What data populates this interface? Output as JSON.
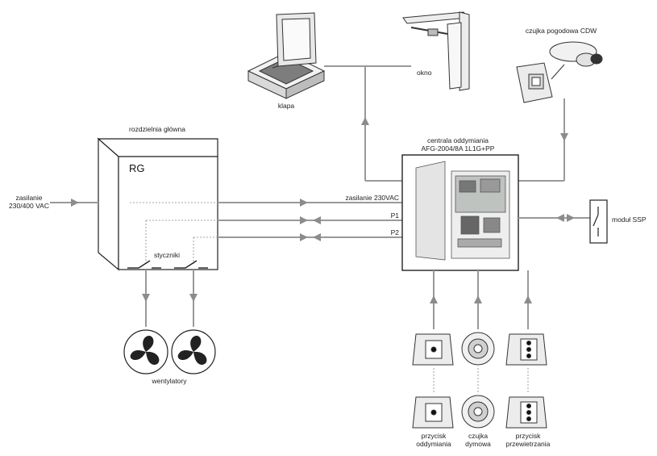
{
  "diagram": {
    "hatch": {
      "label": "klapa"
    },
    "window": {
      "label": "okno"
    },
    "weather_sensor": {
      "label": "czujka pogodowa CDW"
    },
    "main_board": {
      "title": "rozdzielnia główna",
      "code": "RG",
      "contactors_label": "styczniki"
    },
    "supply": {
      "label": "zasilanie\n230/400 VAC"
    },
    "controller": {
      "title": "centrala oddymiania\nAFG-2004/8A 1L1G+PP"
    },
    "lines": {
      "supply_230": "zasilanie 230VAC",
      "p1": "P1",
      "p2": "P2"
    },
    "ssp": {
      "label": "moduł SSP"
    },
    "fans": {
      "label": "wentylatory"
    },
    "smoke_button": {
      "label": "przycisk\noddymiania"
    },
    "smoke_detector": {
      "label": "czujka\ndymowa"
    },
    "vent_button": {
      "label": "przycisk\nprzewietrzania"
    }
  }
}
